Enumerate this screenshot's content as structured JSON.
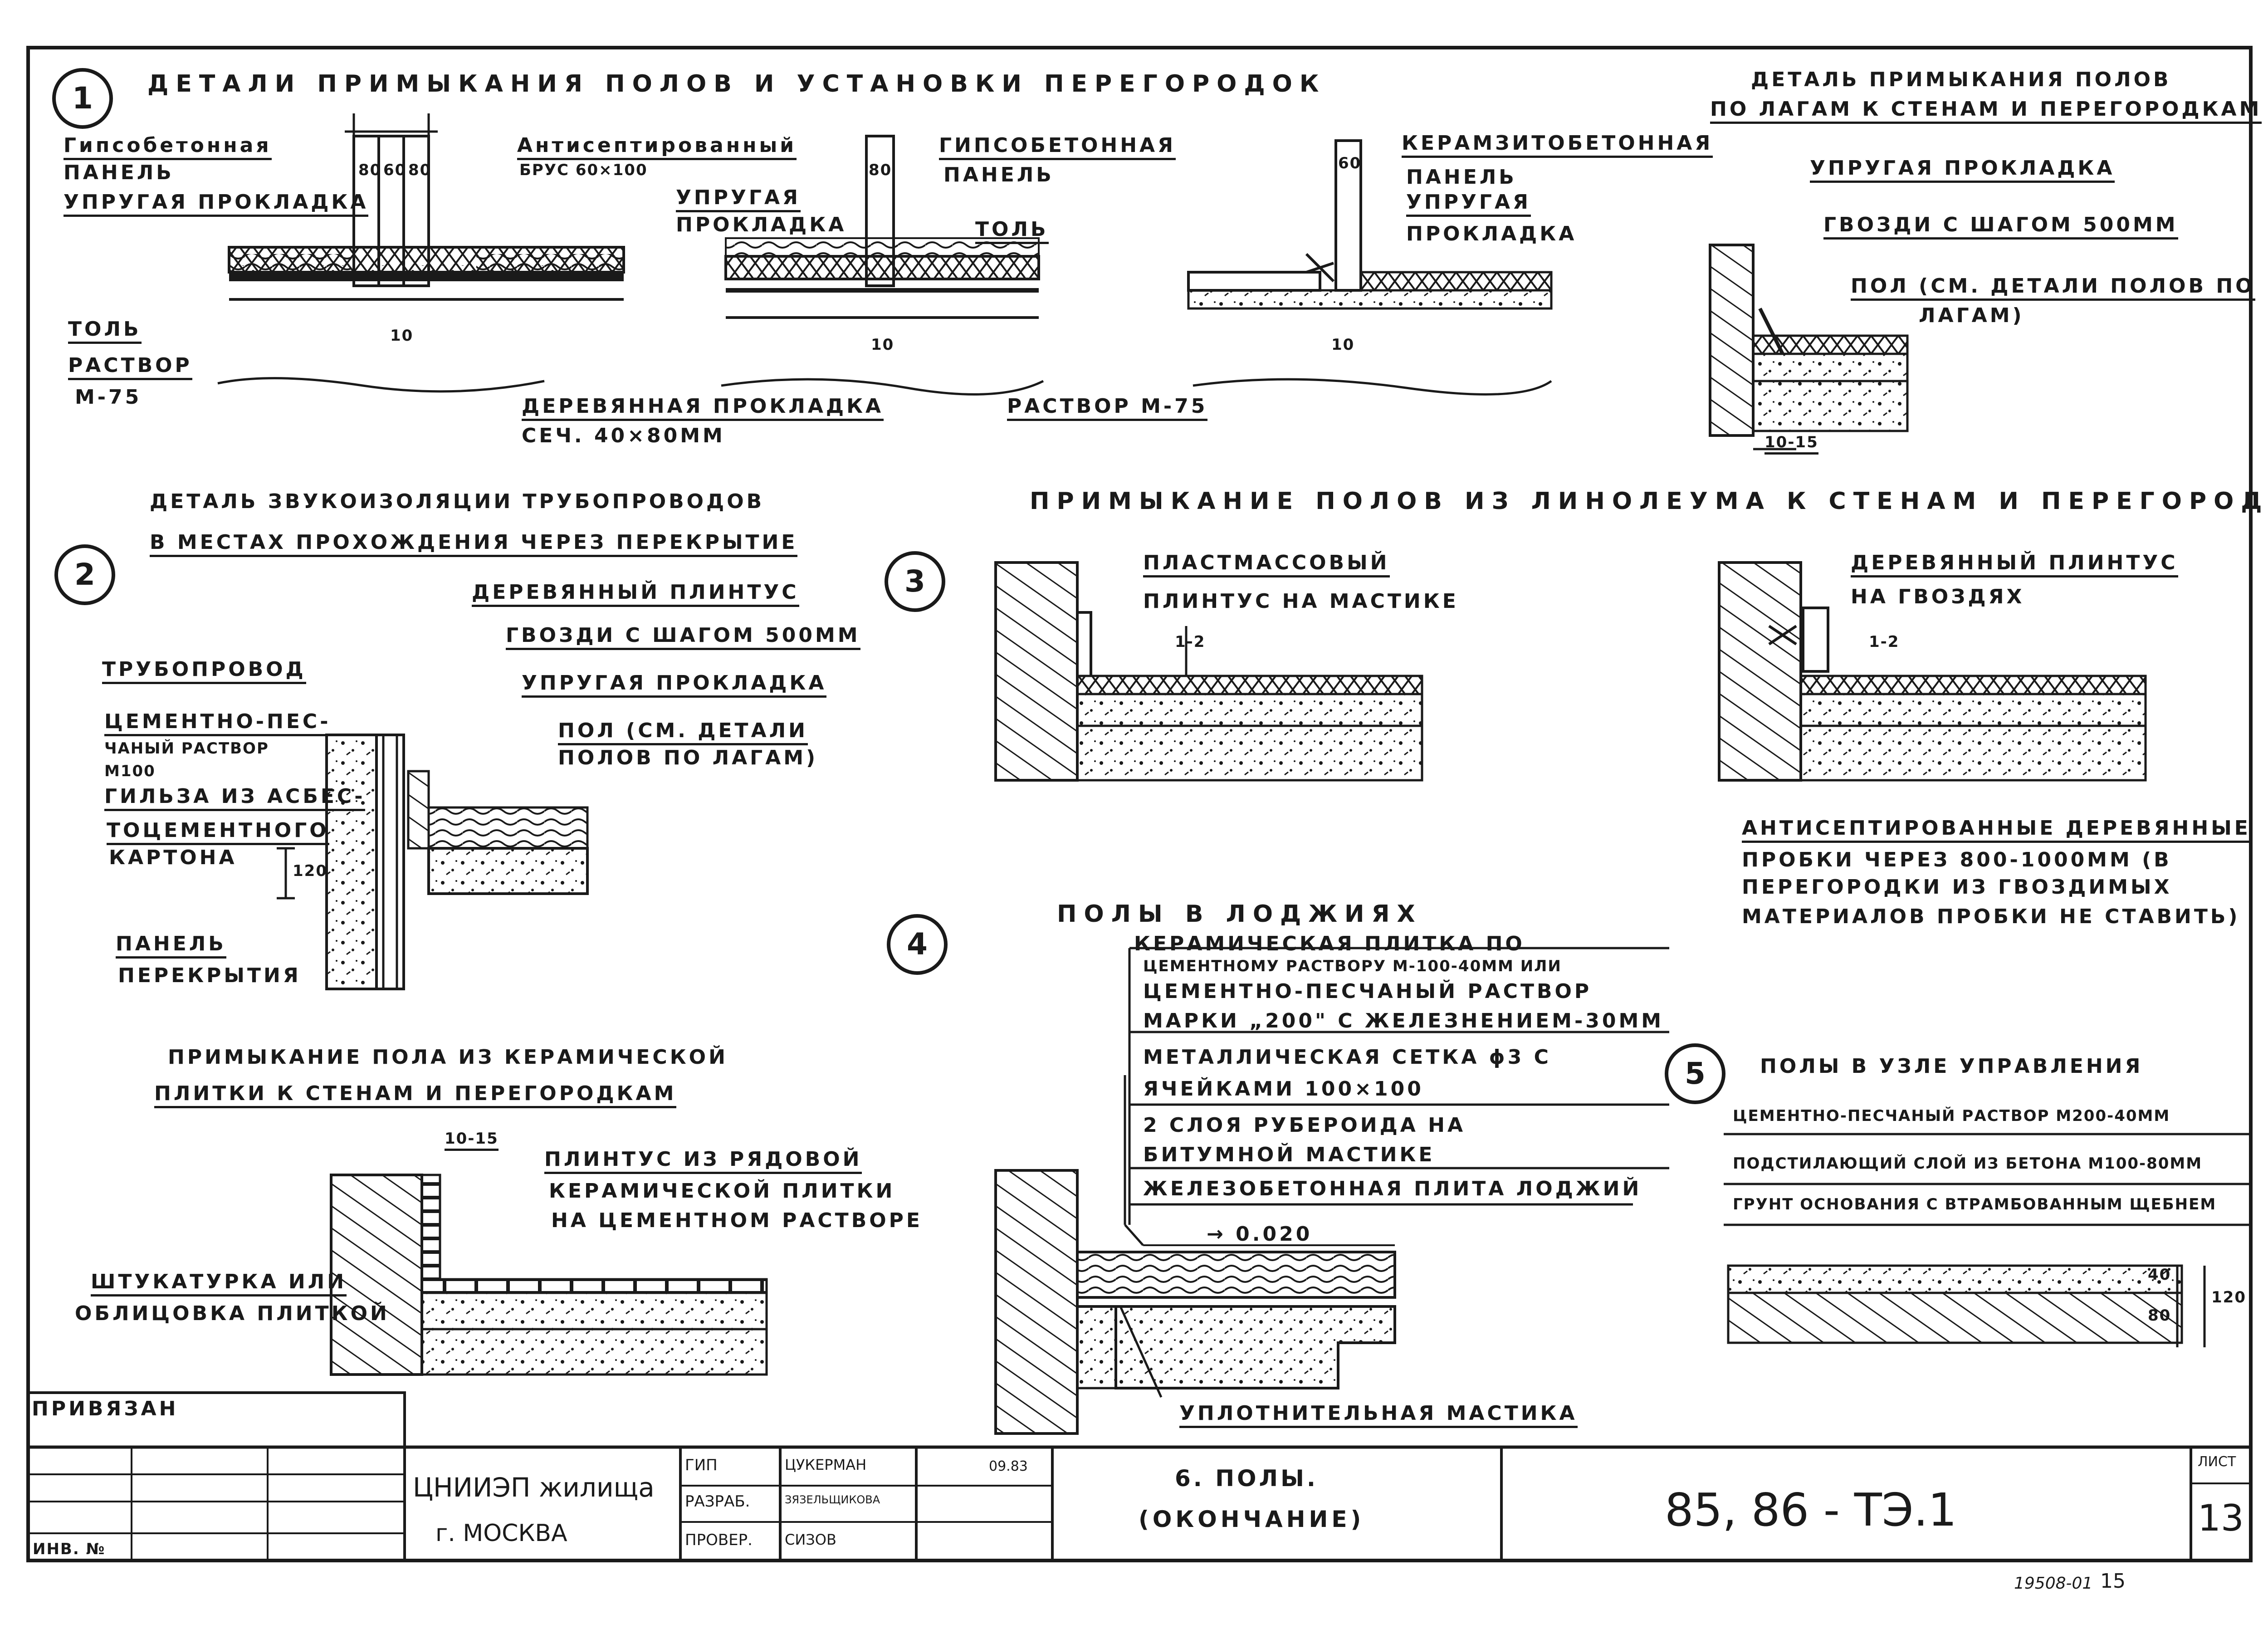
{
  "section1": {
    "number": "1",
    "title": "ДЕТАЛИ ПРИМЫКАНИЯ ПОЛОВ И УСТАНОВКИ ПЕРЕГОРОДОК",
    "labels": {
      "gypsum_panel_1": "Гипсобетонная",
      "panel_1": "ПАНЕЛЬ",
      "elastic_pad_1": "УПРУГАЯ ПРОКЛАДКА",
      "tol_1": "ТОЛЬ",
      "mortar_1": "РАСТВОР",
      "m75_1": "М-75",
      "antiseptic_beam": "Антисептированный",
      "beam_size": "БРУС 60×100",
      "wood_pad": "ДЕРЕВЯННАЯ ПРОКЛАДКА",
      "wood_pad_size": "СЕЧ. 40×80ММ",
      "gypsum_panel_2": "ГИПСОБЕТОННАЯ",
      "panel_2": "ПАНЕЛЬ",
      "elastic_2": "УПРУГАЯ",
      "pad_2": "ПРОКЛАДКА",
      "tol_2": "ТОЛЬ",
      "mortar_m75_2": "РАСТВОР М-75",
      "keramzit": "КЕРАМЗИТОБЕТОННАЯ",
      "panel_3": "ПАНЕЛЬ",
      "elastic_3": "УПРУГАЯ",
      "pad_3": "ПРОКЛАДКА"
    },
    "dims": {
      "d80a": "80",
      "d60": "60",
      "d80b": "80",
      "d80c": "80",
      "d60b": "60",
      "d10a": "10",
      "d10b": "10",
      "d10c": "10"
    }
  },
  "section_joist": {
    "title1": "ДЕТАЛЬ ПРИМЫКАНИЯ ПОЛОВ",
    "title2": "ПО ЛАГАМ К СТЕНАМ И ПЕРЕГОРОДКАМ",
    "elastic": "УПРУГАЯ ПРОКЛАДКА",
    "nails": "ГВОЗДИ С ШАГОМ 500ММ",
    "floor1": "ПОЛ (СМ. ДЕТАЛИ ПОЛОВ ПО",
    "floor2": "ЛАГАМ)",
    "dim": "10-15"
  },
  "section2": {
    "number": "2",
    "title1": "ДЕТАЛЬ ЗВУКОИЗОЛЯЦИИ ТРУБОПРОВОДОВ",
    "title2": "В МЕСТАХ ПРОХОЖДЕНИЯ ЧЕРЕЗ ПЕРЕКРЫТИЕ",
    "wood_plinth": "ДЕРЕВЯННЫЙ ПЛИНТУС",
    "nails": "ГВОЗДИ С ШАГОМ 500ММ",
    "elastic": "УПРУГАЯ ПРОКЛАДКА",
    "floor1": "ПОЛ (СМ. ДЕТАЛИ",
    "floor2": "ПОЛОВ ПО ЛАГАМ)",
    "pipeline": "ТРУБОПРОВОД",
    "cement1": "ЦЕМЕНТНО-ПЕС-",
    "cement2": "ЧАНЫЙ РАСТВОР",
    "cement3": "М100",
    "sleeve1": "ГИЛЬЗА ИЗ АСБЕС-",
    "sleeve2": "ТОЦЕМЕНТНОГО",
    "sleeve3": "КАРТОНА",
    "slab1": "ПАНЕЛЬ",
    "slab2": "ПЕРЕКРЫТИЯ",
    "dim": "120"
  },
  "section_linoleum": {
    "title": "ПРИМЫКАНИЕ ПОЛОВ ИЗ ЛИНОЛЕУМА К СТЕНАМ И ПЕРЕГОРОДКАМ"
  },
  "section3": {
    "number": "3",
    "plastic1": "ПЛАСТМАССОВЫЙ",
    "plastic2": "ПЛИНТУС НА МАСТИКЕ",
    "dim_a": "1-2",
    "wood1": "ДЕРЕВЯННЫЙ ПЛИНТУС",
    "wood2": "НА ГВОЗДЯХ",
    "dim_b": "1-2",
    "note1": "АНТИСЕПТИРОВАННЫЕ ДЕРЕВЯННЫЕ",
    "note2": "ПРОБКИ ЧЕРЕЗ 800-1000ММ (В",
    "note3": "ПЕРЕГОРОДКИ ИЗ ГВОЗДИМЫХ",
    "note4": "МАТЕРИАЛОВ ПРОБКИ НЕ СТАВИТЬ)"
  },
  "section_ceramic": {
    "title1": "ПРИМЫКАНИЕ ПОЛА ИЗ КЕРАМИЧЕСКОЙ",
    "title2": "ПЛИТКИ К СТЕНАМ И ПЕРЕГОРОДКАМ",
    "dim": "10-15",
    "plinth1": "ПЛИНТУС ИЗ РЯДОВОЙ",
    "plinth2": "КЕРАМИЧЕСКОЙ ПЛИТКИ",
    "plinth3": "НА ЦЕМЕНТНОМ РАСТВОРЕ",
    "plaster1": "ШТУКАТУРКА ИЛИ",
    "plaster2": "ОБЛИЦОВКА ПЛИТКОЙ"
  },
  "section4": {
    "number": "4",
    "title": "ПОЛЫ В ЛОДЖИЯХ",
    "l1": "КЕРАМИЧЕСКАЯ ПЛИТКА ПО",
    "l2": "ЦЕМЕНТНОМУ РАСТВОРУ М-100-40ММ ИЛИ",
    "l3": "ЦЕМЕНТНО-ПЕСЧАНЫЙ РАСТВОР",
    "l4": "МАРКИ „200\" С ЖЕЛЕЗНЕНИЕМ-30ММ",
    "l5": "МЕТАЛЛИЧЕСКАЯ СЕТКА ϕ3 С",
    "l6": "ЯЧЕЙКАМИ 100×100",
    "l7": "2 СЛОЯ РУБЕРОИДА НА",
    "l8": "БИТУМНОЙ МАСТИКЕ",
    "l9": "ЖЕЛЕЗОБЕТОННАЯ ПЛИТА ЛОДЖИЙ",
    "level": "→ 0.020",
    "sealant": "УПЛОТНИТЕЛЬНАЯ МАСТИКА"
  },
  "section5": {
    "number": "5",
    "title": "ПОЛЫ В УЗЛЕ УПРАВЛЕНИЯ",
    "l1": "ЦЕМЕНТНО-ПЕСЧАНЫЙ РАСТВОР М200-40ММ",
    "l2": "ПОДСТИЛАЮЩИЙ СЛОЙ ИЗ БЕТОНА М100-80ММ",
    "l3": "ГРУНТ ОСНОВАНИЯ С ВТРАМБОВАННЫМ ЩЕБНЕМ",
    "d40": "40",
    "d80": "80",
    "d120": "120"
  },
  "title_block": {
    "bound": "ПРИВЯЗАН",
    "inv": "ИНВ. №",
    "org1": "ЦНИИЭП жилища",
    "org2": "г. МОСКВА",
    "gip": "ГИП",
    "razrab": "РАЗРАБ.",
    "prover": "ПРОВЕР.",
    "gip_name": "ЦУКЕРМАН",
    "razrab_name": "ЗЯЗЕЛЬЩИКОВА",
    "prover_name": "СИЗОВ",
    "date": "09.83",
    "sheet_title1": "6. ПОЛЫ.",
    "sheet_title2": "(ОКОНЧАНИЕ)",
    "code": "85, 86 - ТЭ.1",
    "sheet_label": "ЛИСТ",
    "sheet_no": "13",
    "archive": "19508-01",
    "archive_page": "15"
  }
}
